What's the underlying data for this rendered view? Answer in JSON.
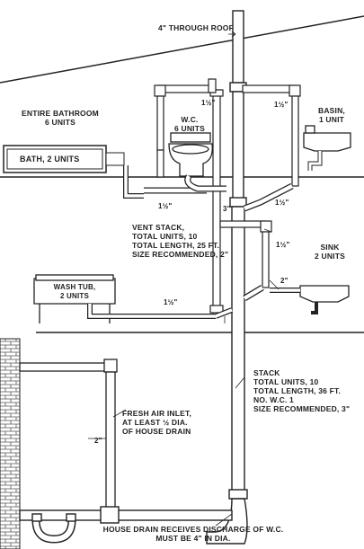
{
  "labels": {
    "roof": "4\" THROUGH ROOF",
    "bathroom_line1": "ENTIRE BATHROOM",
    "bathroom_line2": "6 UNITS",
    "bath": "BATH, 2 UNITS",
    "wc_line1": "W.C.",
    "wc_line2": "6 UNITS",
    "basin_line1": "BASIN,",
    "basin_line2": "1 UNIT",
    "half_a": "1½\"",
    "half_b": "1½\"",
    "half_c": "1½\"",
    "half_d": "1½\"",
    "half_e": "1½\"",
    "half_f": "1½\"",
    "three_in": "3\"",
    "vent_line1": "VENT STACK,",
    "vent_line2": "TOTAL UNITS, 10",
    "vent_line3": "TOTAL LENGTH, 25 FT.",
    "vent_line4": "SIZE RECOMMENDED, 2\"",
    "sink_line1": "SINK",
    "sink_line2": "2 UNITS",
    "two_in_a": "2\"",
    "two_in_b": "2\"",
    "washtub_line1": "WASH TUB,",
    "washtub_line2": "2 UNITS",
    "stack_line1": "STACK",
    "stack_line2": "TOTAL UNITS, 10",
    "stack_line3": "TOTAL LENGTH, 36 FT.",
    "stack_line4": "No. W.C. 1",
    "stack_line5": "SIZE RECOMMENDED, 3\"",
    "air_line1": "FRESH AIR INLET,",
    "air_line2": "AT LEAST ½ DIA.",
    "air_line3": "OF HOUSE DRAIN",
    "drain_line1": "HOUSE DRAIN RECEIVES DISCHARGE OF W.C.",
    "drain_line2": "MUST BE 4\" IN DIA."
  },
  "colors": {
    "ink": "#222222",
    "paper": "#ffffff",
    "brick": "#8a8a8a"
  }
}
